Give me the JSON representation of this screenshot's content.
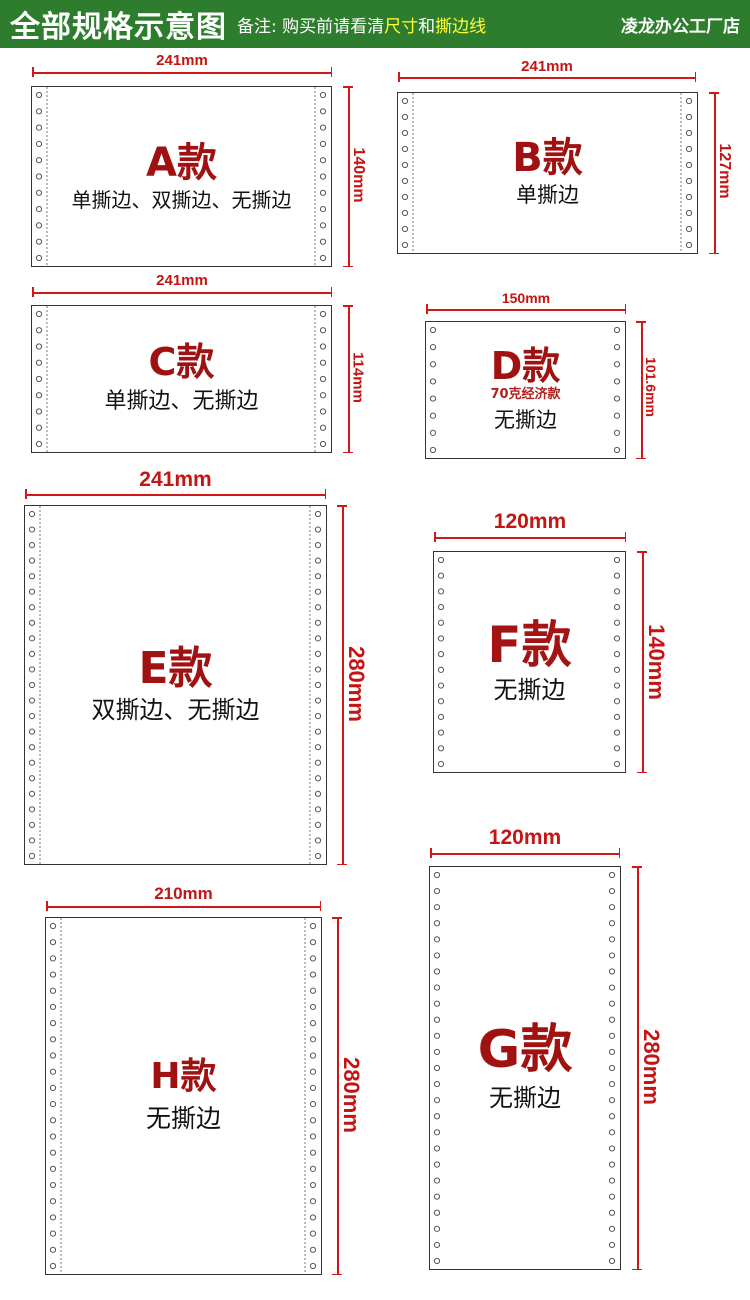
{
  "header": {
    "title": "全部规格示意图",
    "note_prefix": "备注: 购买前请看清",
    "note_size": "尺寸",
    "note_and": "和",
    "note_tear": "撕边线",
    "store": "凌龙办公工厂店"
  },
  "sheets": [
    {
      "id": "A",
      "model": "A款",
      "desc": "单撕边、双撕边、无撕边",
      "width_label": "241mm",
      "height_label": "140mm"
    },
    {
      "id": "B",
      "model": "B款",
      "desc": "单撕边",
      "width_label": "241mm",
      "height_label": "127mm"
    },
    {
      "id": "C",
      "model": "C款",
      "desc": "单撕边、无撕边",
      "width_label": "241mm",
      "height_label": "114mm"
    },
    {
      "id": "D",
      "model": "D款",
      "sub": "70克经济款",
      "desc": "无撕边",
      "width_label": "150mm",
      "height_label": "101.6mm"
    },
    {
      "id": "E",
      "model": "E款",
      "desc": "双撕边、无撕边",
      "width_label": "241mm",
      "height_label": "280mm"
    },
    {
      "id": "F",
      "model": "F款",
      "desc": "无撕边",
      "width_label": "120mm",
      "height_label": "140mm"
    },
    {
      "id": "H",
      "model": "H款",
      "desc": "无撕边",
      "width_label": "210mm",
      "height_label": "280mm"
    },
    {
      "id": "G",
      "model": "G款",
      "desc": "无撕边",
      "width_label": "120mm",
      "height_label": "280mm"
    }
  ],
  "colors": {
    "header_bg": "#2e7d2e",
    "highlight": "#ffff33",
    "dimension": "#d01818",
    "model_text": "#a01212"
  }
}
